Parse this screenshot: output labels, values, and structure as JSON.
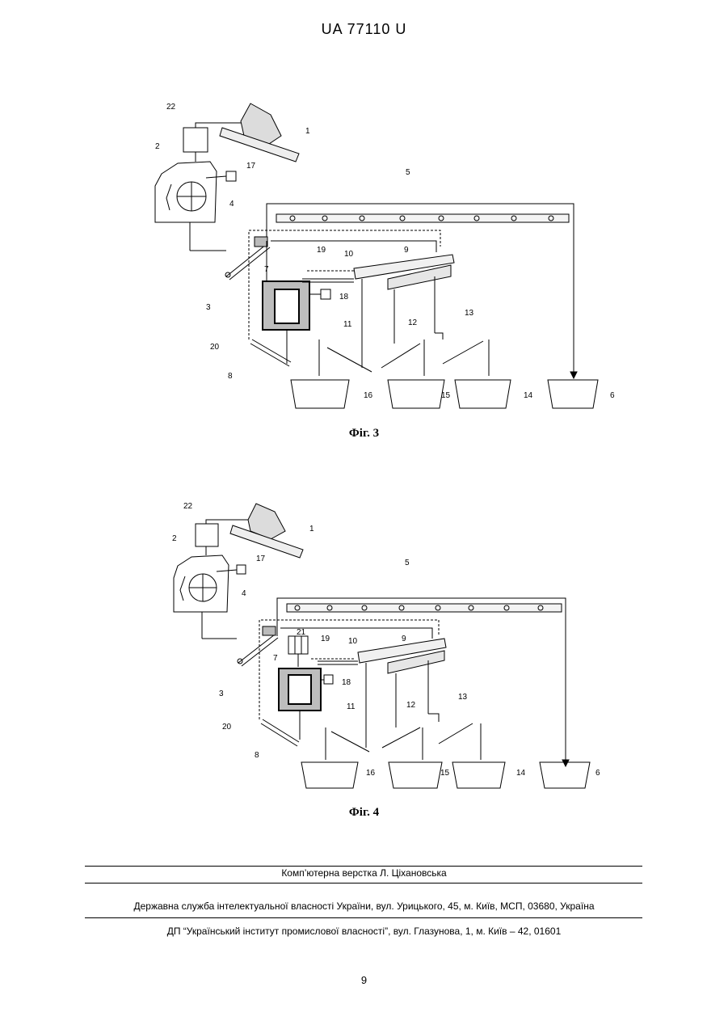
{
  "header": {
    "patent_number": "UA   77110   U"
  },
  "figures": [
    {
      "caption": "Фіг. 3",
      "labels": {
        "n1": "1",
        "n2": "2",
        "n3": "3",
        "n4": "4",
        "n5": "5",
        "n6": "6",
        "n7": "7",
        "n8": "8",
        "n9": "9",
        "n10": "10",
        "n11": "11",
        "n12": "12",
        "n13": "13",
        "n14": "14",
        "n15": "15",
        "n16": "16",
        "n17": "17",
        "n18": "18",
        "n19": "19",
        "n20": "20",
        "n22": "22"
      }
    },
    {
      "caption": "Фіг. 4",
      "labels": {
        "n1": "1",
        "n2": "2",
        "n3": "3",
        "n4": "4",
        "n5": "5",
        "n6": "6",
        "n7": "7",
        "n8": "8",
        "n9": "9",
        "n10": "10",
        "n11": "11",
        "n12": "12",
        "n13": "13",
        "n14": "14",
        "n15": "15",
        "n16": "16",
        "n17": "17",
        "n18": "18",
        "n19": "19",
        "n20": "20",
        "n21": "21",
        "n22": "22"
      }
    }
  ],
  "footer": {
    "layout_credit": "Комп’ютерна верстка Л. Ціхановська",
    "agency": "Державна служба інтелектуальної власності України, вул. Урицького, 45, м. Київ, МСП, 03680, Україна",
    "institute": "ДП “Український інститут промислової власності”, вул. Глазунова, 1, м. Київ – 42, 01601"
  },
  "page_number": "9"
}
